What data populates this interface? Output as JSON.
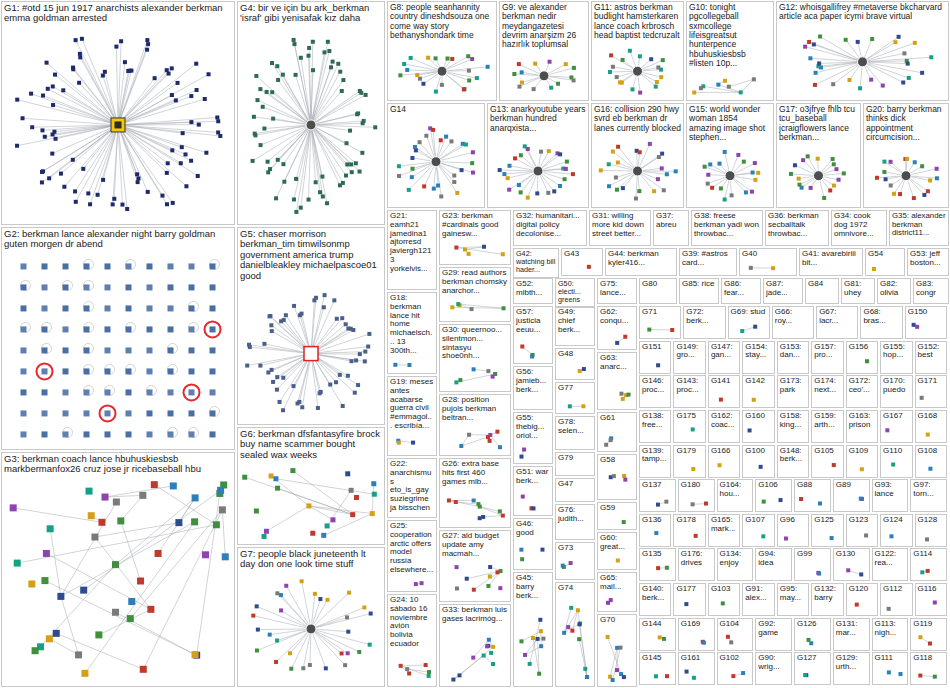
{
  "diagram": {
    "nodes": [
      {
        "text": [
          "G1: #otd 15 jun 1917 anarchists alexander berkman emma goldman arrested"
        ]
      },
      {
        "text": [
          "G2: berkman lance alexander night barry goldman guten morgen dr abend"
        ]
      },
      {
        "text": [
          "G3: berkman coach lance hbuhuskiesbsb markbermanfox26 cruz jose jr ricebaseball hbu"
        ]
      },
      {
        "text": [
          "G4: bir ve için bu ark_berkman 'israf' gibi yenisafak kız daha"
        ]
      },
      {
        "text": [
          "G5: chaser morrison berkman_tim timwilsonmp government america trump danielbleakley michaelpascoe01 good"
        ]
      },
      {
        "text": [
          "G6: berkman dfsfantasyfire brock buy name scammer bought sealed wax weeks"
        ]
      },
      {
        "text": [
          "G7: people black juneteenth lt day don one look time stuff"
        ]
      },
      {
        "text": [
          "G8: people seanhannity country dineshdsouza one come way story bethanyshondark time"
        ]
      },
      {
        "text": [
          "G9: ve alexander berkman nedir meydangazetesi devrim anarşizm 26 hazırlık toplumsal"
        ]
      },
      {
        "text": [
          "G11: astros berkman budlight hamsterkaren lance coach krbrosch head baptist tedcruzalt"
        ]
      },
      {
        "text": [
          "G10: tonight pgcollegeball sxmcollege lifeisgreatsut hunterpence hbuhuskiesbsb #listen 10p..."
        ]
      },
      {
        "text": [
          "G12: whoisgallifrey #metaverse bkcharvard article aca paper icymi brave virtual"
        ]
      },
      {
        "text": [
          "G14"
        ]
      },
      {
        "text": [
          "G13: anarkyoutube years berkman hundred anarqxista..."
        ]
      },
      {
        "text": [
          "G16: collision 290 hwy svrd eb berkman dr lanes currently blocked"
        ]
      },
      {
        "text": [
          "G15: world wonder woman 1854 amazing image shot stephen..."
        ]
      },
      {
        "text": [
          "G17: o3jfrye fhlb tcu tcu_baseball jcraigflowers lance berkman..."
        ]
      },
      {
        "text": [
          "G20: barry berkman thinks dick appointment circumcision..."
        ]
      },
      {
        "text": [
          "G21: eamh21 jamedina1 ajtorresd javiergh1213 yorkelvis..."
        ]
      },
      {
        "text": [
          "G18: berkman lance hit home michaelsch... 13 300th..."
        ]
      },
      {
        "text": [
          "G19: meses antes acabarse guerra civil #emmagol... escribía..."
        ]
      },
      {
        "text": [
          "G22: anarchismus eto_is_gay suziegrime ja bisschen"
        ]
      },
      {
        "text": [
          "G25: cooperation arctic offers model russia elsewhere..."
        ]
      },
      {
        "text": [
          "G24: 10 sábado 16 noviembre avión bolivia ecuador"
        ]
      },
      {
        "text": [
          "G23: berkman #cardinals good gainesw..."
        ]
      },
      {
        "text": [
          "G29: read authors berkman chomsky anarchor..."
        ]
      },
      {
        "text": [
          "G30: queernoo... silentmon... sintasyu shoe0nh..."
        ]
      },
      {
        "text": [
          "G28: position pujols berkman beltran..."
        ]
      },
      {
        "text": [
          "G26: extra base hits first 460 games mlb..."
        ]
      },
      {
        "text": [
          "G27: ald budget update amy macmah..."
        ]
      },
      {
        "text": [
          "G33: berkman luis gases lacrimóg..."
        ]
      },
      {
        "text": [
          "G32: humanitari... digital policy decolonise..."
        ]
      },
      {
        "text": [
          "G31: willing more kid down street better..."
        ]
      },
      {
        "text": [
          "G37: abreu"
        ]
      },
      {
        "text": [
          "G38: freese berkman yadi won throwbac..."
        ]
      },
      {
        "text": [
          "G36: berkman secballtalk throwbac..."
        ]
      },
      {
        "text": [
          "G34: cook dog 1972 omnivore..."
        ]
      },
      {
        "text": [
          "G35: alexander berkman district11..."
        ]
      },
      {
        "text": [
          "G42: watching bill hader..."
        ]
      },
      {
        "text": [
          "G43"
        ]
      },
      {
        "text": [
          "G44: berkman kyler416..."
        ]
      },
      {
        "text": [
          "G39: #astros card..."
        ]
      },
      {
        "text": [
          "G40"
        ]
      },
      {
        "text": [
          "G41: avarebiriii bit..."
        ]
      },
      {
        "text": [
          "G54"
        ]
      },
      {
        "text": [
          "G53: jeff boston..."
        ]
      },
      {
        "text": [
          "G52: mlbth..."
        ]
      },
      {
        "text": [
          "G50: electi... greens"
        ]
      },
      {
        "text": [
          "G75: lance..."
        ]
      },
      {
        "text": [
          "G80"
        ]
      },
      {
        "text": [
          "G85: rice"
        ]
      },
      {
        "text": [
          "G86: fear..."
        ]
      },
      {
        "text": [
          "G87: jade..."
        ]
      },
      {
        "text": [
          "G84"
        ]
      },
      {
        "text": [
          "G81: uhey"
        ]
      },
      {
        "text": [
          "G82: olivia"
        ]
      },
      {
        "text": [
          "G83: congr"
        ]
      },
      {
        "text": [
          "G57: justicia eeuu..."
        ]
      },
      {
        "text": [
          "G56: jamieb... berk..."
        ]
      },
      {
        "text": [
          "G55: thebig... oriol..."
        ]
      },
      {
        "text": [
          "G51: war berk..."
        ]
      },
      {
        "text": [
          "G46: good"
        ]
      },
      {
        "text": [
          "G45: barry berk..."
        ]
      },
      {
        "text": [
          "G49: chief berk..."
        ]
      },
      {
        "text": [
          "G48"
        ]
      },
      {
        "text": [
          "G77"
        ]
      },
      {
        "text": [
          "G78: selen..."
        ]
      },
      {
        "text": [
          "G79"
        ]
      },
      {
        "text": [
          "G47"
        ]
      },
      {
        "text": [
          "G76: judith..."
        ]
      },
      {
        "text": [
          "G73"
        ]
      },
      {
        "text": [
          "G74"
        ]
      },
      {
        "text": [
          "G62: conqu..."
        ]
      },
      {
        "text": [
          "G63: anarc..."
        ]
      },
      {
        "text": [
          "G61"
        ]
      },
      {
        "text": [
          "G58"
        ]
      },
      {
        "text": [
          "G59"
        ]
      },
      {
        "text": [
          "G60: great..."
        ]
      },
      {
        "text": [
          "G65: mail..."
        ]
      },
      {
        "text": [
          "G70"
        ]
      },
      {
        "text": [
          "G71"
        ]
      },
      {
        "text": [
          "G72: berk..."
        ]
      },
      {
        "text": [
          "G69: stud"
        ]
      },
      {
        "text": [
          "G66: roy..."
        ]
      },
      {
        "text": [
          "G67: lacr..."
        ]
      },
      {
        "text": [
          "G68: bras..."
        ]
      },
      {
        "text": [
          "G150"
        ]
      },
      {
        "text": [
          "G151"
        ]
      },
      {
        "text": [
          "G149: gro..."
        ]
      },
      {
        "text": [
          "G147: gan..."
        ]
      },
      {
        "text": [
          "G154: stay..."
        ]
      },
      {
        "text": [
          "G153: dan..."
        ]
      },
      {
        "text": [
          "G157: pro..."
        ]
      },
      {
        "text": [
          "G156"
        ]
      },
      {
        "text": [
          "G155: hop..."
        ]
      },
      {
        "text": [
          "G152: best"
        ]
      },
      {
        "text": [
          "G146: proc..."
        ]
      },
      {
        "text": [
          "G143: proc..."
        ]
      },
      {
        "text": [
          "G141"
        ]
      },
      {
        "text": [
          "G142"
        ]
      },
      {
        "text": [
          "G173: park"
        ]
      },
      {
        "text": [
          "G174: next..."
        ]
      },
      {
        "text": [
          "G172: ceo'..."
        ]
      },
      {
        "text": [
          "G170: puedo"
        ]
      },
      {
        "text": [
          "G171"
        ]
      },
      {
        "text": [
          "G138: free..."
        ]
      },
      {
        "text": [
          "G175"
        ]
      },
      {
        "text": [
          "G162: coac..."
        ]
      },
      {
        "text": [
          "G160"
        ]
      },
      {
        "text": [
          "G158: king..."
        ]
      },
      {
        "text": [
          "G159: arth..."
        ]
      },
      {
        "text": [
          "G163: prison"
        ]
      },
      {
        "text": [
          "G167"
        ]
      },
      {
        "text": [
          "G168"
        ]
      },
      {
        "text": [
          "G139: tamp..."
        ]
      },
      {
        "text": [
          "G179"
        ]
      },
      {
        "text": [
          "G166"
        ]
      },
      {
        "text": [
          "G100"
        ]
      },
      {
        "text": [
          "G148: berk..."
        ]
      },
      {
        "text": [
          "G105"
        ]
      },
      {
        "text": [
          "G109"
        ]
      },
      {
        "text": [
          "G110"
        ]
      },
      {
        "text": [
          "G108"
        ]
      },
      {
        "text": [
          "G137"
        ]
      },
      {
        "text": [
          "G180"
        ]
      },
      {
        "text": [
          "G164: hou..."
        ]
      },
      {
        "text": [
          "G106"
        ]
      },
      {
        "text": [
          "G88"
        ]
      },
      {
        "text": [
          "G89"
        ]
      },
      {
        "text": [
          "G93: lance"
        ]
      },
      {
        "text": [
          "G97: torn..."
        ]
      },
      {
        "text": [
          "G136"
        ]
      },
      {
        "text": [
          "G178"
        ]
      },
      {
        "text": [
          "G165: mark..."
        ]
      },
      {
        "text": [
          "G107"
        ]
      },
      {
        "text": [
          "G96"
        ]
      },
      {
        "text": [
          "G125"
        ]
      },
      {
        "text": [
          "G123"
        ]
      },
      {
        "text": [
          "G124"
        ]
      },
      {
        "text": [
          "G128"
        ]
      },
      {
        "text": [
          "G135"
        ]
      },
      {
        "text": [
          "G176: drives"
        ]
      },
      {
        "text": [
          "G134: enjoy"
        ]
      },
      {
        "text": [
          "G94: idea"
        ]
      },
      {
        "text": [
          "G99"
        ]
      },
      {
        "text": [
          "G130"
        ]
      },
      {
        "text": [
          "G122: rea..."
        ]
      },
      {
        "text": [
          "G114"
        ]
      },
      {
        "text": [
          "G140: berk..."
        ]
      },
      {
        "text": [
          "G177"
        ]
      },
      {
        "text": [
          "G103"
        ]
      },
      {
        "text": [
          "G91: alex..."
        ]
      },
      {
        "text": [
          "G95: may..."
        ]
      },
      {
        "text": [
          "G132: barry"
        ]
      },
      {
        "text": [
          "G120"
        ]
      },
      {
        "text": [
          "G112"
        ]
      },
      {
        "text": [
          "G116"
        ]
      },
      {
        "text": [
          "G144"
        ]
      },
      {
        "text": [
          "G169"
        ]
      },
      {
        "text": [
          "G104"
        ]
      },
      {
        "text": [
          "G92: game"
        ]
      },
      {
        "text": [
          "G126"
        ]
      },
      {
        "text": [
          "G131: mar..."
        ]
      },
      {
        "text": [
          "G113: nigh..."
        ]
      },
      {
        "text": [
          "G119"
        ]
      },
      {
        "text": [
          "G145"
        ]
      },
      {
        "text": [
          "G161"
        ]
      },
      {
        "text": [
          "G102"
        ]
      },
      {
        "text": [
          "G90: wrig..."
        ]
      },
      {
        "text": [
          "G127"
        ]
      },
      {
        "text": [
          "G129: urth..."
        ]
      },
      {
        "text": [
          "G111"
        ]
      },
      {
        "text": [
          "G118"
        ]
      }
    ]
  }
}
